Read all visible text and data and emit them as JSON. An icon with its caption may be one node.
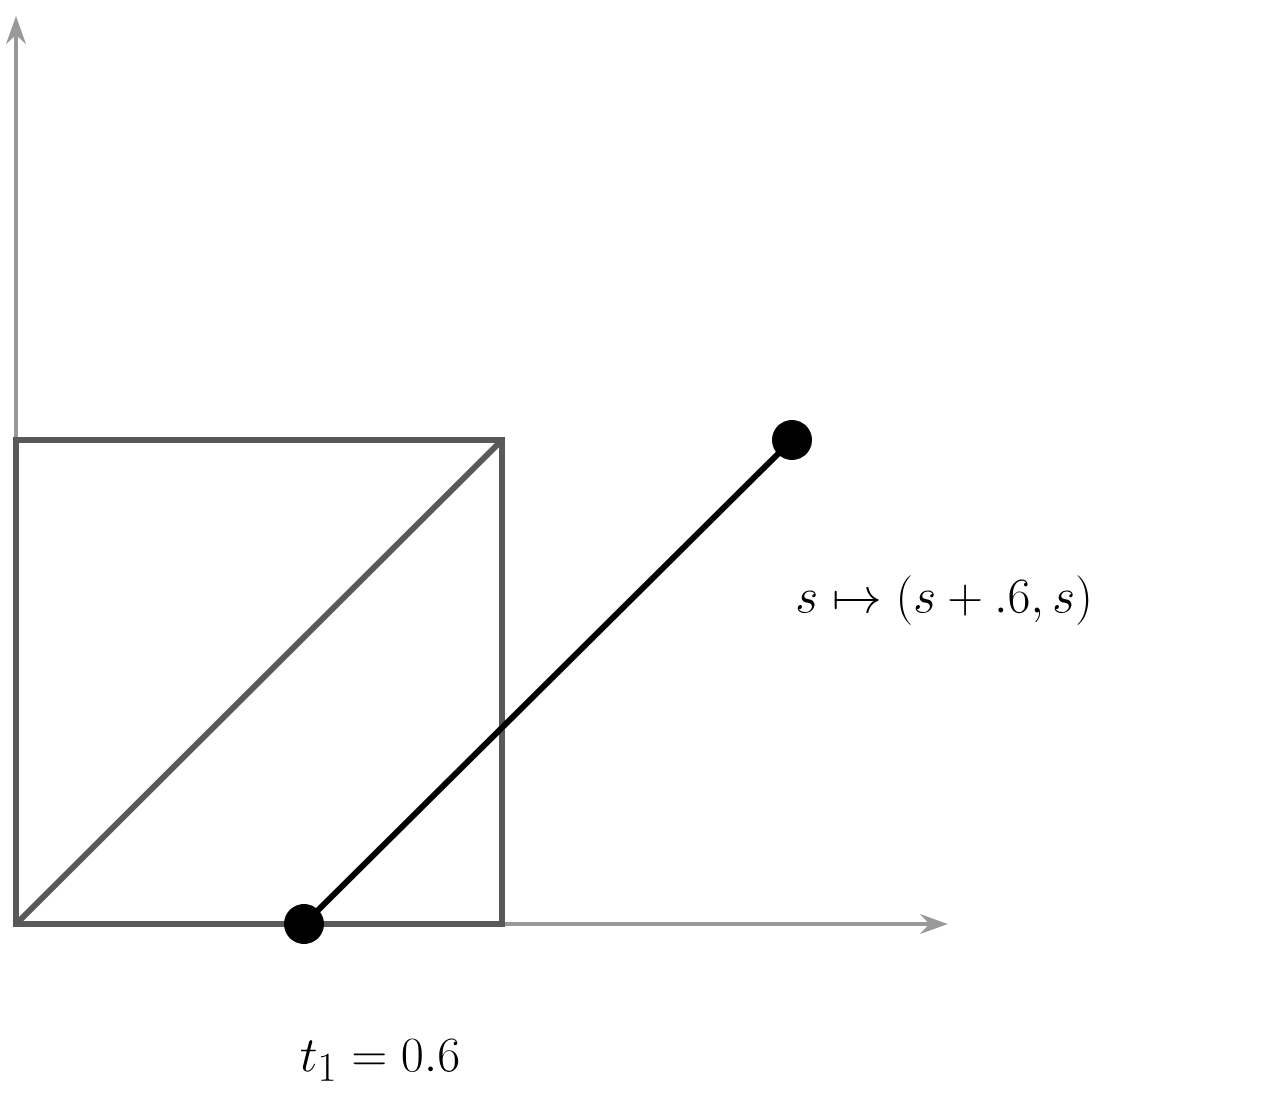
{
  "diagram": {
    "nodes": [
      {
        "text": [],
        "shape": "circle"
      },
      {
        "text": [],
        "shape": "circle"
      }
    ],
    "edges": [
      {
        "from": 0,
        "to": 1,
        "arrow": "none"
      }
    ],
    "labels": [
      "s \\mapsto (s + .6, s)",
      "t_1 = 0.6"
    ]
  }
}
